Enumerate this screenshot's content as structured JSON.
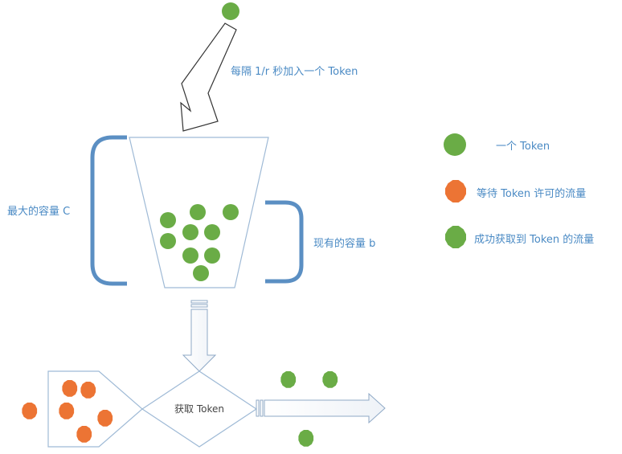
{
  "labels": {
    "add_rate": "每隔 1/r 秒加入一个 Token",
    "max_capacity": "最大的容量 C",
    "current_capacity": "现有的容量 b",
    "acquire": "获取 Token"
  },
  "legend": [
    {
      "shape": "circle",
      "color": "#6aac46",
      "text": "一个 Token"
    },
    {
      "shape": "octagon",
      "color": "#ec7434",
      "text": "等待 Token 许可的流量"
    },
    {
      "shape": "octagon",
      "color": "#6aac46",
      "text": "成功获取到 Token 的流量"
    }
  ],
  "colors": {
    "token_green": "#6aac46",
    "waiting_orange": "#ec7434",
    "bracket_blue": "#5b8fc3",
    "line_blue": "#9fbad6",
    "label_blue": "#4a8ac4"
  }
}
